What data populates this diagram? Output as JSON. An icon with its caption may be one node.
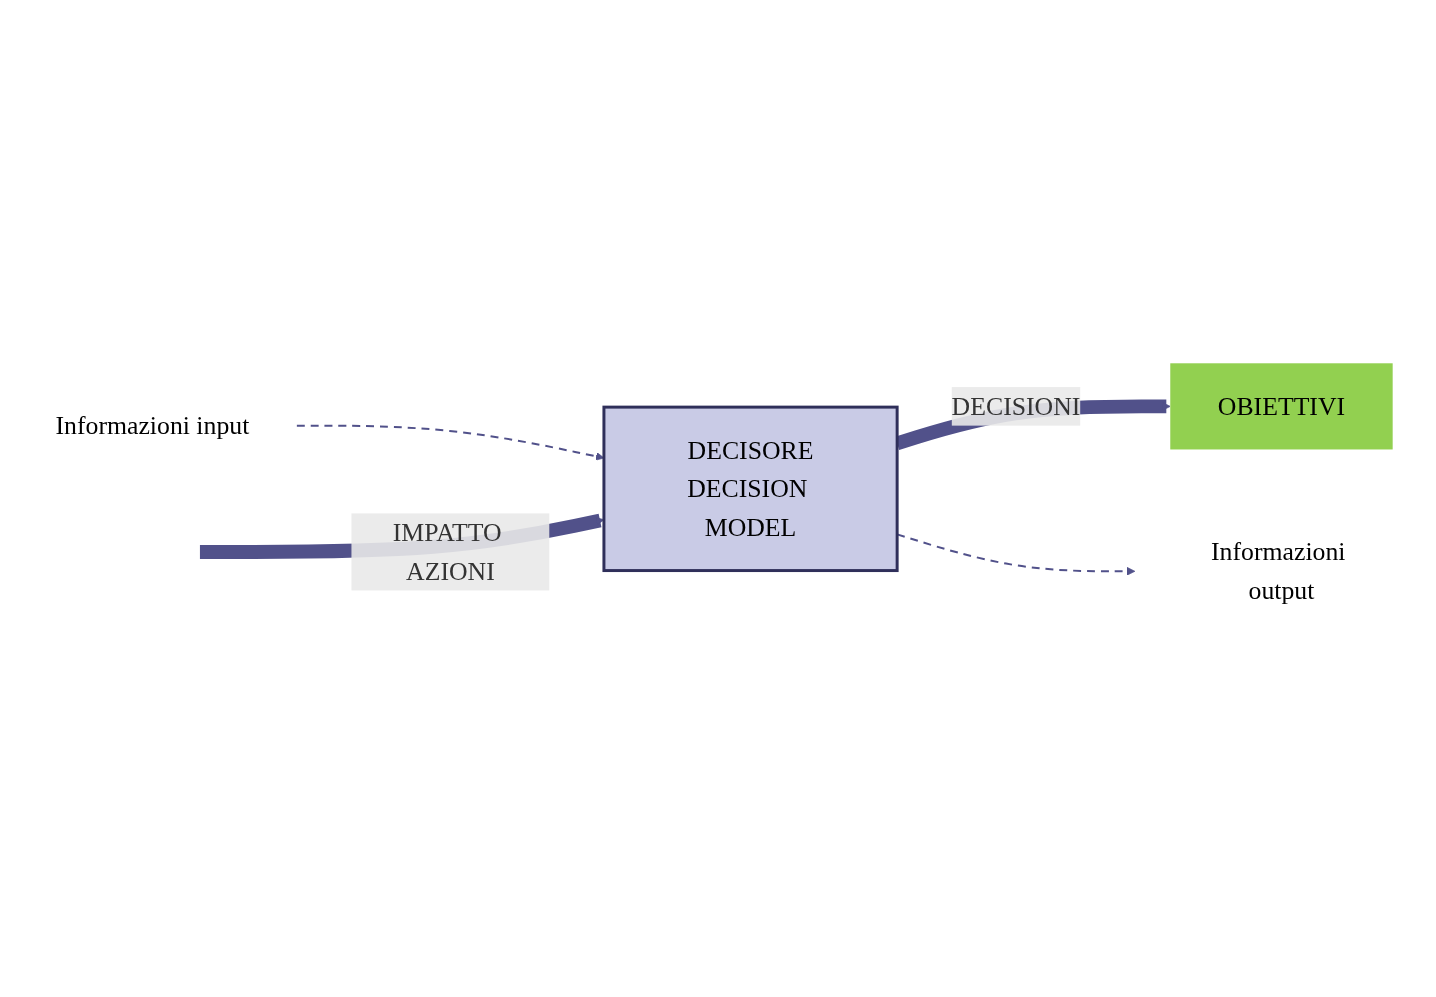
{
  "diagram": {
    "nodes": [
      {
        "text": [
          "Informazioni input"
        ]
      },
      {
        "text": [
          "DECISORE",
          "DECISION MODEL"
        ]
      },
      {
        "text": [
          "OBIETTIVI"
        ]
      },
      {
        "text": [
          "Informazioni output"
        ]
      }
    ],
    "edges": [
      {
        "from": 0,
        "to": 1,
        "arrow": "to",
        "style": "dashed"
      },
      {
        "from": null,
        "to": 1,
        "arrow": "to",
        "style": "thick",
        "label": "IMPATTO AZIONI"
      },
      {
        "from": 1,
        "to": 2,
        "arrow": "to",
        "style": "thick",
        "label": "DECISIONI"
      },
      {
        "from": 1,
        "to": 3,
        "arrow": "to",
        "style": "dashed"
      }
    ]
  }
}
